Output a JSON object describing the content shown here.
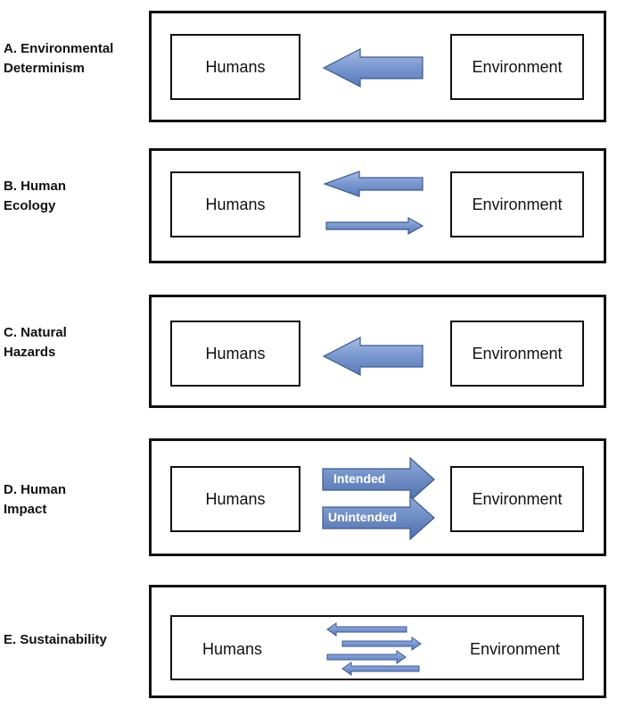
{
  "panels": [
    {
      "label": [
        "A. Environmental",
        "Determinism"
      ],
      "left": "Humans",
      "right": "Environment",
      "relation": "environment-to-humans"
    },
    {
      "label": [
        "B. Human",
        "Ecology"
      ],
      "left": "Humans",
      "right": "Environment",
      "relation": "two-way"
    },
    {
      "label": [
        "C. Natural",
        "Hazards"
      ],
      "left": "Humans",
      "right": "Environment",
      "relation": "environment-to-humans"
    },
    {
      "label": [
        "D. Human",
        "Impact"
      ],
      "left": "Humans",
      "right": "Environment",
      "relation": "humans-to-environment",
      "arrow_labels": [
        "Intended",
        "Unintended"
      ]
    },
    {
      "label": [
        "E. Sustainability"
      ],
      "left": "Humans",
      "right": "Environment",
      "relation": "multiple-two-way"
    }
  ],
  "colors": {
    "arrow_fill": "#6f8fc9",
    "arrow_light": "#a9bde3",
    "arrow_stroke": "#3c5a91",
    "border": "#111111"
  }
}
